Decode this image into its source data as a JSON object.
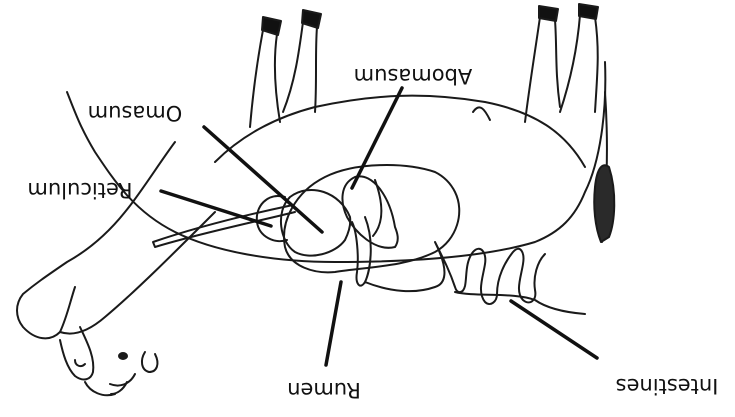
{
  "diagram": {
    "colors": {
      "outline": "#1a1a1a",
      "hoof": "#111111",
      "background": "#ffffff"
    },
    "labels": {
      "abomasum": "Abomasum",
      "omasum": "Omasum",
      "reticulum": "Reticulum",
      "rumen": "Rumen",
      "intestines": "Intestines"
    }
  }
}
